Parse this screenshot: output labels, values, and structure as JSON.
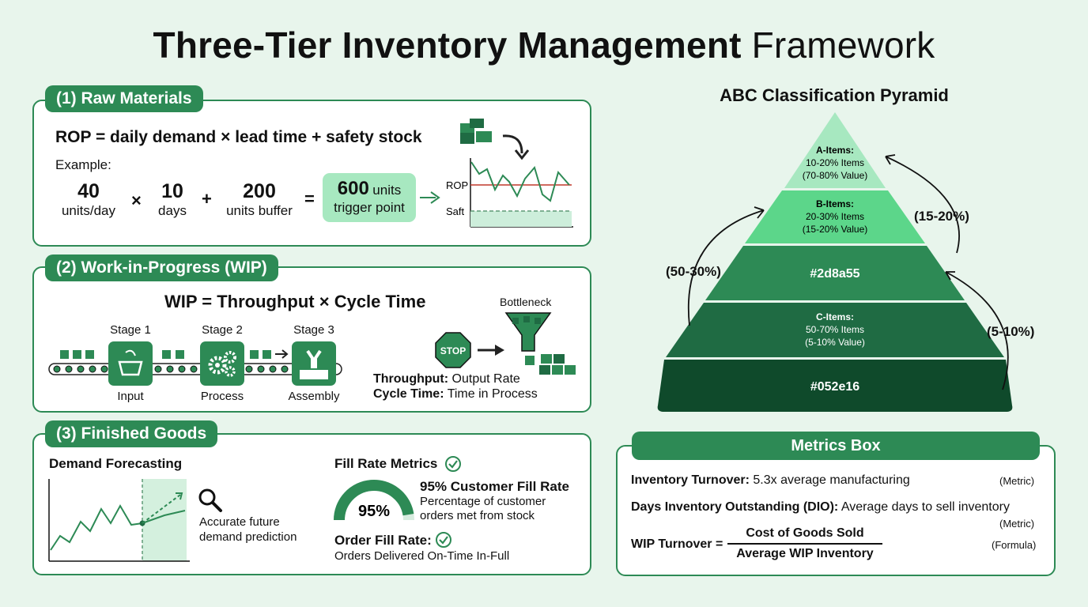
{
  "title": {
    "bold": "Three-Tier Inventory Management",
    "light": "Framework"
  },
  "raw": {
    "tab": "(1) Raw Materials",
    "formula": "ROP = daily demand × lead time + safety stock",
    "example_label": "Example:",
    "a_num": "40",
    "a_unit": "units/day",
    "op_times": "×",
    "b_num": "10",
    "b_unit": "days",
    "op_plus": "+",
    "c_num": "200",
    "c_unit": "units buffer",
    "op_eq": "=",
    "result_num": "600",
    "result_unit": "units",
    "result_sub": "trigger point",
    "chart_rop": "ROP",
    "chart_safety": "Saft"
  },
  "wip": {
    "tab": "(2) Work-in-Progress (WIP)",
    "formula": "WIP = Throughput × Cycle Time",
    "stage1": "Stage 1",
    "stage2": "Stage 2",
    "stage3": "Stage 3",
    "input": "Input",
    "process": "Process",
    "assembly": "Assembly",
    "bottleneck": "Bottleneck",
    "stop": "STOP",
    "throughput_label": "Throughput:",
    "throughput_text": "Output Rate",
    "cycle_label": "Cycle Time:",
    "cycle_text": "Time in Process"
  },
  "finished": {
    "tab": "(3) Finished Goods",
    "forecast_title": "Demand Forecasting",
    "forecast_note1": "Accurate future",
    "forecast_note2": "demand prediction",
    "fill_title": "Fill Rate Metrics",
    "gauge_value": "95%",
    "gauge_fraction": 0.95,
    "fill_headline": "95% Customer Fill Rate",
    "fill_desc1": "Percentage of customer",
    "fill_desc2": "orders met from stock",
    "order_title": "Order Fill Rate:",
    "order_desc": "Orders Delivered On-Time In-Full"
  },
  "pyramid": {
    "title": "ABC Classification Pyramid",
    "tier1_title": "A-Items:",
    "tier1_l1": "10-20% Items",
    "tier1_l2": "(70-80% Value)",
    "tier2_title": "B-Items:",
    "tier2_l1": "20-30% Items",
    "tier2_l2": "(15-20% Value)",
    "tier3_label": "#2d8a55",
    "tier4_title": "C-Items:",
    "tier4_l1": "50-70% Items",
    "tier4_l2": "(5-10% Value)",
    "tier5_label": "#052e16",
    "arrow_right_top": "(15-20%)",
    "arrow_left": "(50-30%)",
    "arrow_right_bottom": "(5-10%)",
    "colors": [
      "#a7e8c0",
      "#5cd68a",
      "#2d8a55",
      "#1f6b43",
      "#0f4a2b"
    ]
  },
  "metrics": {
    "title": "Metrics Box",
    "turnover_label": "Inventory Turnover:",
    "turnover_text": "5.3x average manufacturing",
    "turnover_tag": "(Metric)",
    "dio_label": "Days Inventory Outstanding (DIO):",
    "dio_text": "Average days to sell inventory",
    "dio_tag": "(Metric)",
    "wip_label": "WIP Turnover =",
    "wip_num": "Cost of Goods Sold",
    "wip_den": "Average WIP Inventory",
    "wip_tag": "(Formula)"
  }
}
